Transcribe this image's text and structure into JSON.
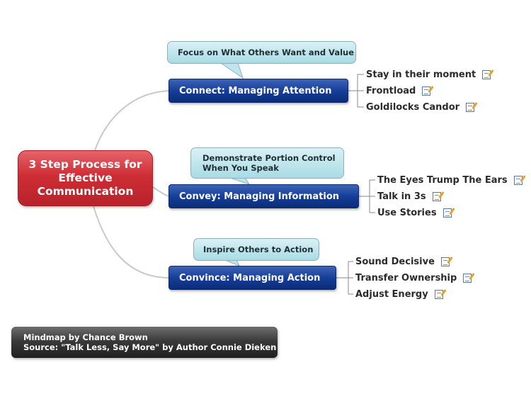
{
  "central": {
    "label": "3 Step Process for Effective Communication"
  },
  "branches": [
    {
      "label": "Connect: Managing Attention",
      "callout": "Focus on What Others Want and Value",
      "items": [
        "Stay in their moment",
        "Frontload",
        "Goldilocks Candor"
      ]
    },
    {
      "label": "Convey: Managing Information",
      "callout_lines": [
        "Demonstrate Portion Control",
        "When You Speak"
      ],
      "items": [
        "The Eyes Trump The Ears",
        "Talk in 3s",
        "Use Stories"
      ]
    },
    {
      "label": "Convince: Managing Action",
      "callout": "Inspire Others to Action",
      "items": [
        "Sound Decisive",
        "Transfer Ownership",
        "Adjust Energy"
      ]
    }
  ],
  "icons": {
    "item_note": "note-pencil-icon"
  },
  "footer": {
    "line1": "Mindmap by Chance Brown",
    "line2": "Source: \"Talk Less, Say More\" by Author Connie Dieken"
  },
  "colors": {
    "central": "#cf2d35",
    "branch": "#153f9a",
    "callout": "#bfe6ee",
    "footer": "#2e2e2e",
    "connector": "#c9c9c9"
  }
}
